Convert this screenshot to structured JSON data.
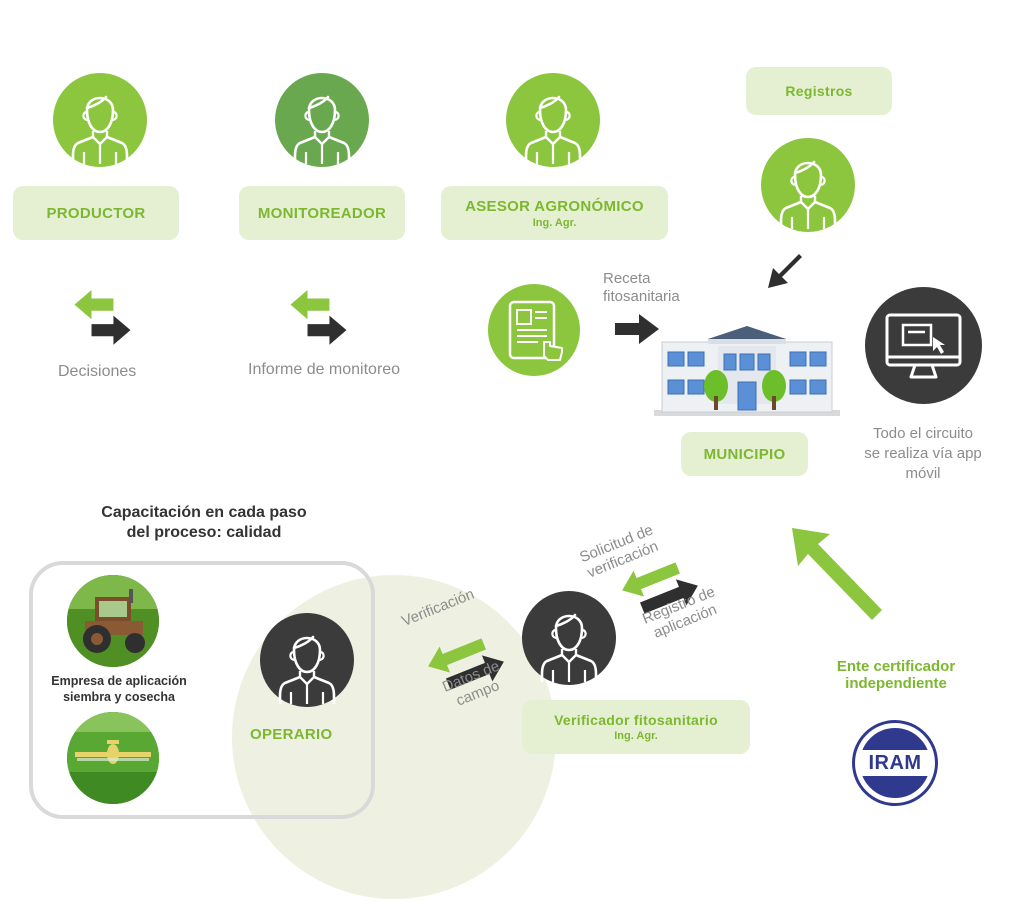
{
  "roles": {
    "productor": "PRODUCTOR",
    "monitoreador": "MONITOREADOR",
    "asesor": "ASESOR AGRONÓMICO",
    "asesor_sub": "Ing. Agr.",
    "registros": "Registros",
    "municipio": "MUNICIPIO",
    "operario": "OPERARIO",
    "verificador": "Verificador fitosanitario",
    "verificador_sub": "Ing. Agr."
  },
  "labels": {
    "decisiones": "Decisiones",
    "informe": "Informe de monitoreo",
    "receta_1": "Receta",
    "receta_2": "fitosanitaria",
    "circuito_1": "Todo el circuito",
    "circuito_2": "se realiza vía app",
    "circuito_3": "móvil",
    "capacitacion_1": "Capacitación en cada paso",
    "capacitacion_2": "del proceso: calidad",
    "empresa_1": "Empresa de aplicación",
    "empresa_2": "siembra y cosecha",
    "verificacion": "Verificación",
    "datos_1": "Datos de",
    "datos_2": "campo",
    "solicitud_1": "Solicitud de",
    "solicitud_2": "verificación",
    "registro_1": "Registro de",
    "registro_2": "aplicación",
    "ente_1": "Ente certificador",
    "ente_2": "independiente",
    "iram": "IRAM"
  },
  "colors": {
    "green": "#7cb82f",
    "light_green": "#e5f0d2",
    "avatar_green": "#8cc63f",
    "avatar_green_alt": "#6aa84f",
    "dark": "#3b3b3b",
    "iram_blue": "#2f3a8f"
  },
  "icons": [
    "person-icon",
    "bidirectional-arrows-icon",
    "document-touch-icon",
    "building-icon",
    "monitor-app-icon",
    "tractor-photo",
    "plane-photo",
    "iram-logo"
  ]
}
